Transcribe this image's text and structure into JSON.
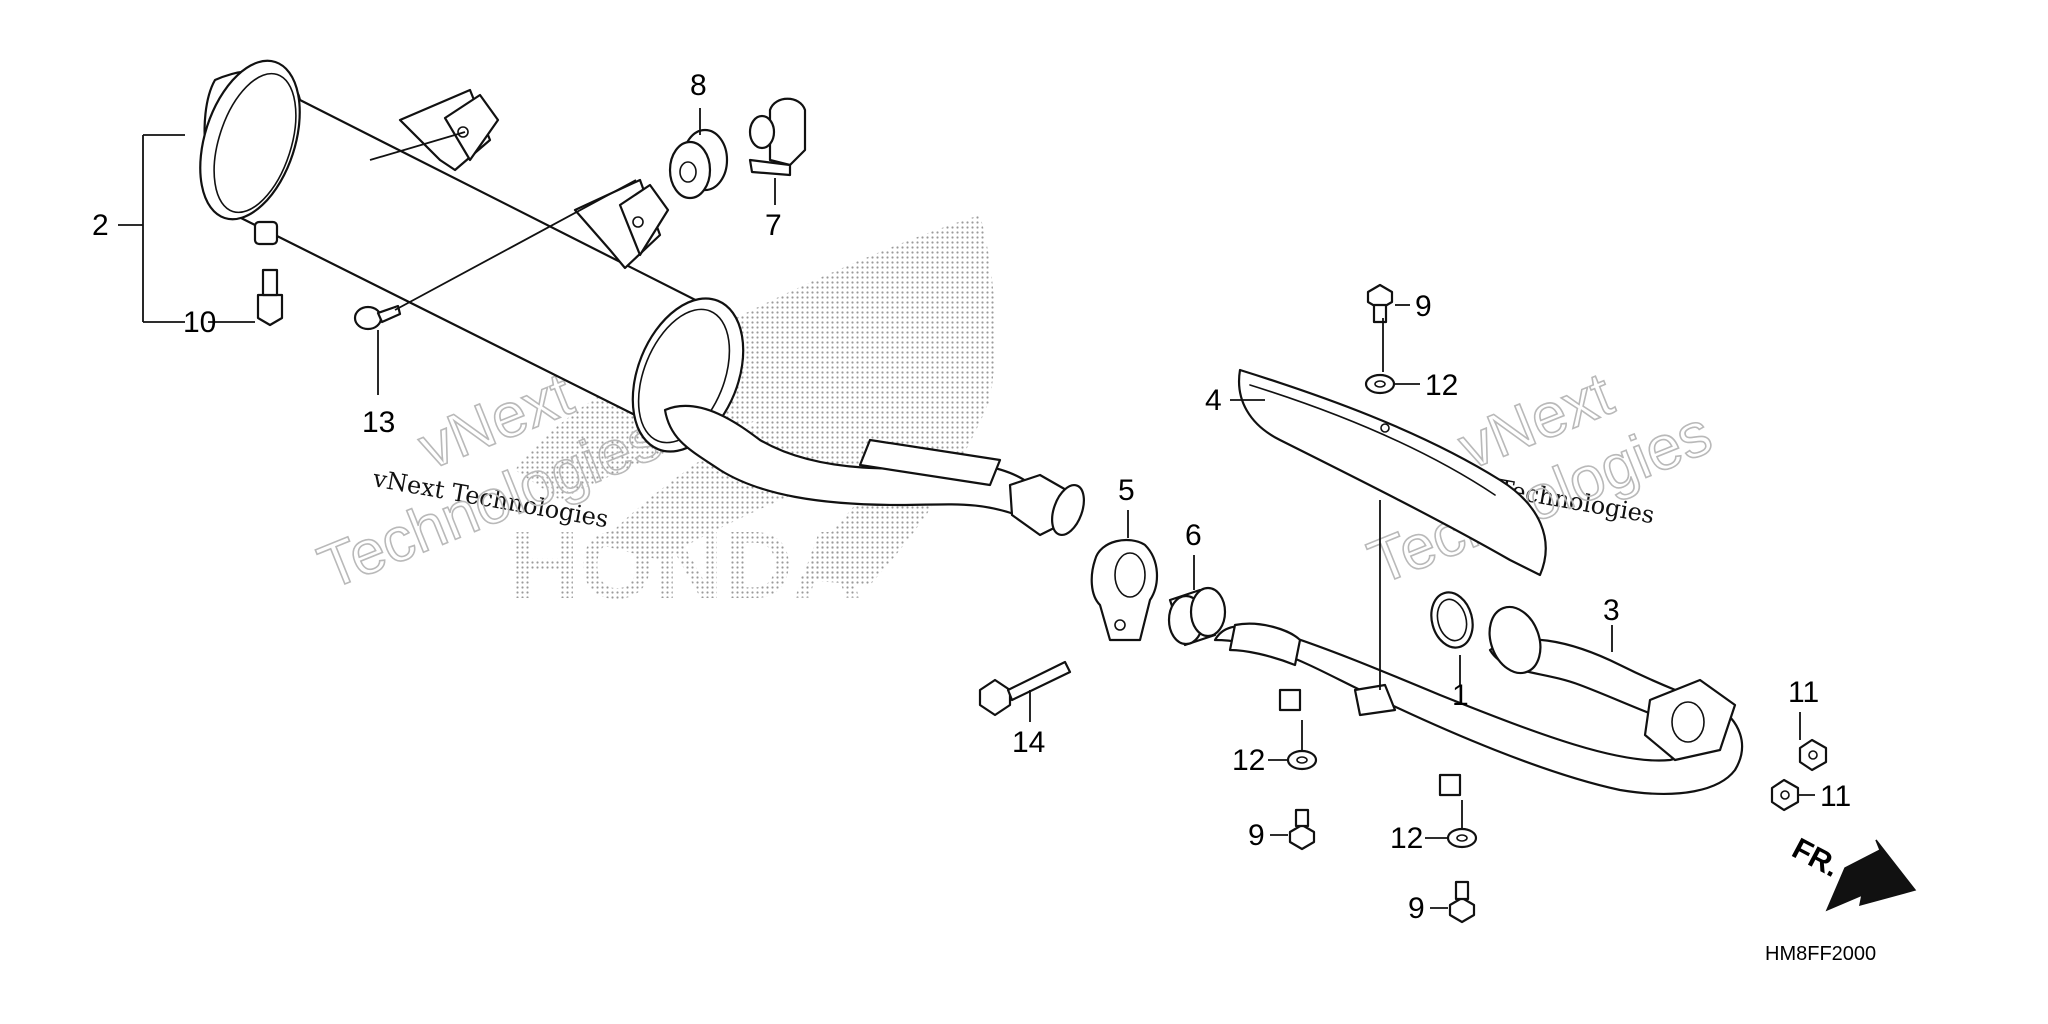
{
  "diagram_code": "HM8FF2000",
  "direction_label": "FR.",
  "watermark": {
    "logo_text": "HONDA",
    "left_small": "vNext Technologies",
    "left_big_1": "vNext",
    "left_big_2": "Technologies",
    "right_small": "vNext Technologies",
    "right_big_1": "vNext",
    "right_big_2": "Technologies"
  },
  "callouts": {
    "c1": "1",
    "c2": "2",
    "c3": "3",
    "c4": "4",
    "c5": "5",
    "c6": "6",
    "c7": "7",
    "c8": "8",
    "c9a": "9",
    "c9b": "9",
    "c9c": "9",
    "c10": "10",
    "c11a": "11",
    "c11b": "11",
    "c12a": "12",
    "c12b": "12",
    "c12c": "12",
    "c13": "13",
    "c14": "14"
  }
}
